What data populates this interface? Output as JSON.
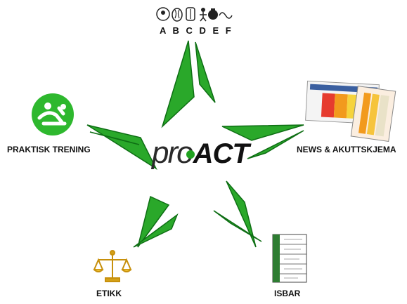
{
  "center_logo": {
    "part1": "pro",
    "part2": "ACT",
    "accent_color": "#1fa21f"
  },
  "nodes": {
    "top": {
      "label": "A B C D E F",
      "icon": "abcdef-assessment-icons"
    },
    "left": {
      "label": "PRAKTISK TRENING",
      "icon": "practical-training-icon"
    },
    "right": {
      "label": "NEWS & AKUTTSKJEMA",
      "icon": "news-chart-sheets-icon"
    },
    "bottom_left": {
      "label": "ETIKK",
      "icon": "scales-of-justice-icon"
    },
    "bottom_right": {
      "label": "ISBAR",
      "icon": "isbar-checklist-icon"
    }
  },
  "colors": {
    "star_green": "#2aa82a",
    "star_dark": "#0e6e14",
    "gold": "#d4a017"
  }
}
